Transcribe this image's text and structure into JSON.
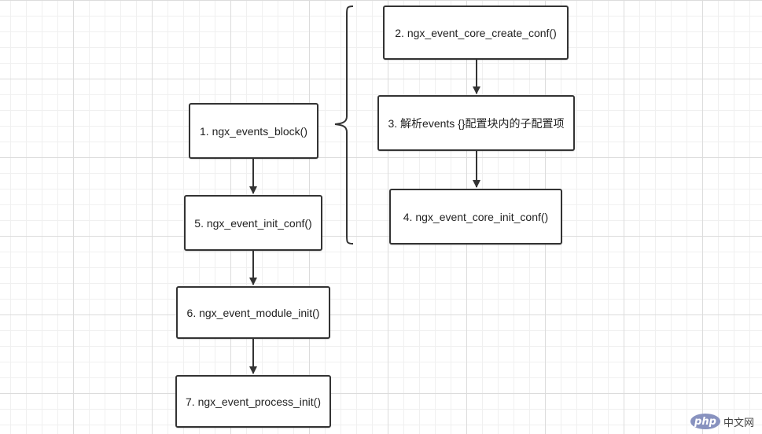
{
  "nodes": {
    "events_block": "1. ngx_events_block()",
    "core_create_conf": "2. ngx_event_core_create_conf()",
    "parse_events": "3. 解析events {}配置块内的子配置项",
    "core_init_conf": "4. ngx_event_core_init_conf()",
    "init_conf": "5. ngx_event_init_conf()",
    "module_init": "6. ngx_event_module_init()",
    "process_init": "7. ngx_event_process_init()"
  },
  "watermark": {
    "logo": "php",
    "text": "中文网"
  },
  "colors": {
    "stroke": "#333333",
    "grid": "#dcdcdc",
    "watermark_logo": "#8892bf"
  }
}
